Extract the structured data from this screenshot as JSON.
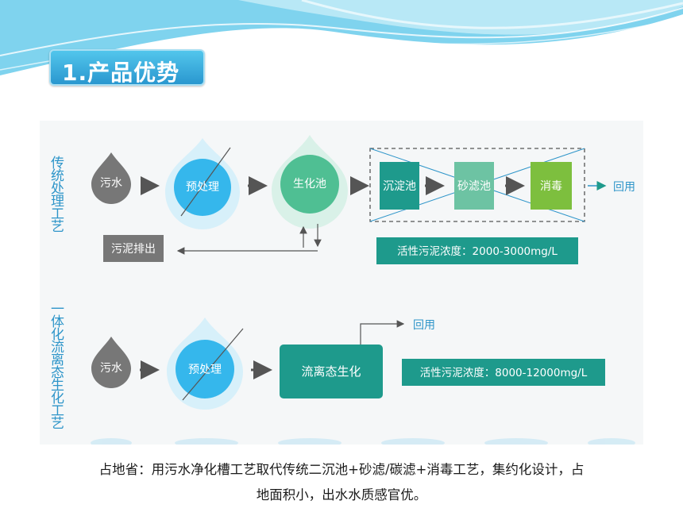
{
  "header": {
    "title": "1.产品优势"
  },
  "section_traditional": {
    "label": "传统处理工艺",
    "nodes": {
      "sewage": "污水",
      "pretreat": "预处理",
      "bio_tank": "生化池",
      "sediment": "沉淀池",
      "sand_filter": "砂滤池",
      "disinfect": "消毒",
      "reuse": "回用",
      "sludge_out": "污泥排出"
    },
    "sludge_concentration": "活性污泥浓度：2000-3000mg/L"
  },
  "section_integrated": {
    "label": "一体化流离态生化工艺",
    "nodes": {
      "sewage": "污水",
      "pretreat": "预处理",
      "fluid_bio": "流离态生化",
      "reuse": "回用"
    },
    "sludge_concentration": "活性污泥浓度：8000-12000mg/L"
  },
  "caption": {
    "line1": "占地省：用污水净化槽工艺取代传统二沉池+砂滤/碳滤+消毒工艺，集约化设计，占",
    "line2": "地面积小，出水水质感官优。"
  },
  "colors": {
    "teal": "#1e9a8c",
    "blue_drop": "#35b7ec",
    "green_drop": "#4fbf93",
    "gray": "#777777",
    "sand": "#6dc3a3",
    "lime": "#7dbf3e",
    "label_blue": "#2e95c9"
  }
}
